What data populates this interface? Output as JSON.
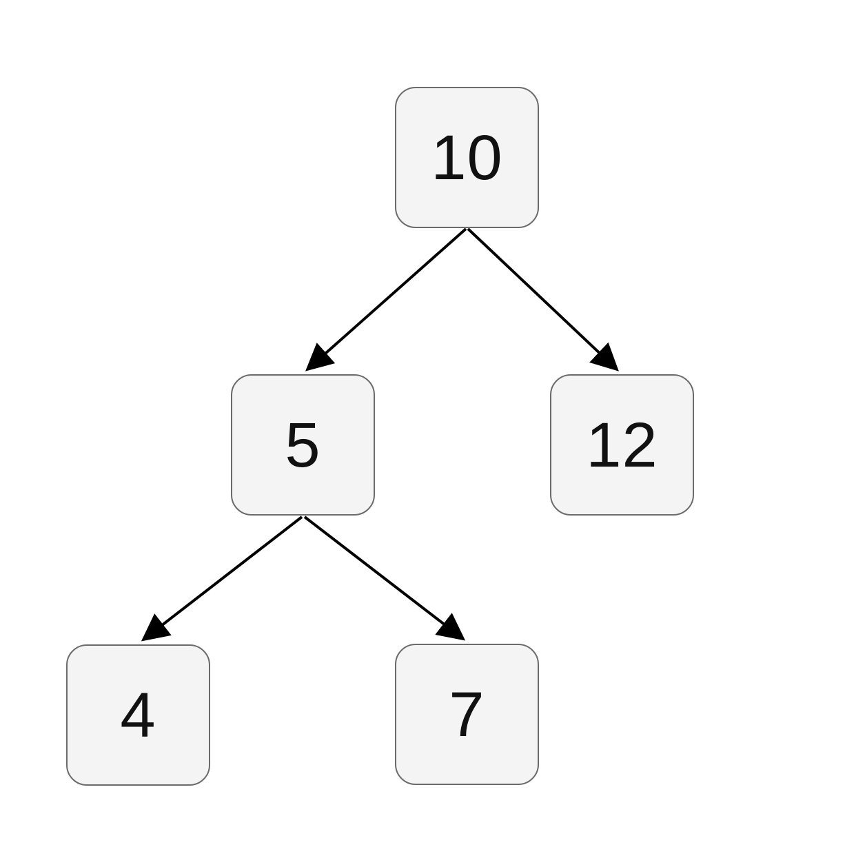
{
  "diagram": {
    "type": "binary-tree",
    "background_color": "#ffffff",
    "node_fill_color": "#f4f4f4",
    "node_border_color": "#6b6b6b",
    "edge_color": "#000000",
    "text_color": "#111111",
    "nodes": [
      {
        "id": "10",
        "label": "10",
        "role": "root"
      },
      {
        "id": "5",
        "label": "5",
        "role": "left-child-of-10"
      },
      {
        "id": "12",
        "label": "12",
        "role": "right-child-of-10"
      },
      {
        "id": "4",
        "label": "4",
        "role": "left-child-of-5"
      },
      {
        "id": "7",
        "label": "7",
        "role": "right-child-of-5"
      }
    ],
    "edges": [
      {
        "from": "10",
        "to": "5"
      },
      {
        "from": "10",
        "to": "12"
      },
      {
        "from": "5",
        "to": "4"
      },
      {
        "from": "5",
        "to": "7"
      }
    ]
  }
}
